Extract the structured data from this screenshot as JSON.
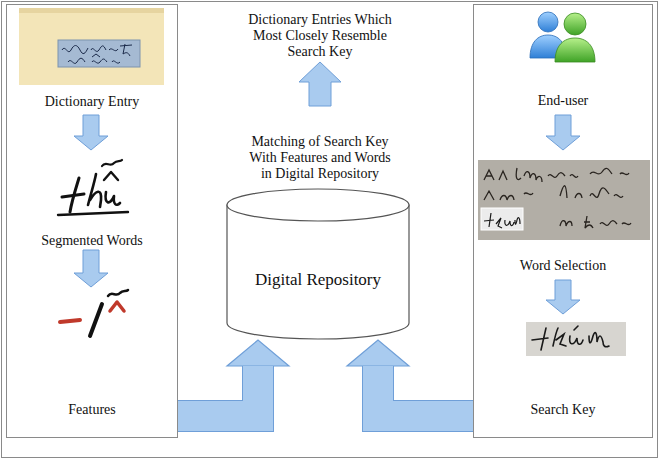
{
  "diagram": {
    "nodes": [
      {
        "text": [
          "Dictionary Entry",
          "Segmented Words",
          "Features"
        ]
      },
      {
        "text": [
          "Digital Repository"
        ]
      },
      {
        "text": [
          "End-user",
          "Word Selection",
          "Search Key"
        ]
      }
    ],
    "edges": [
      {
        "from": 0,
        "to": 1,
        "arrow": "to"
      },
      {
        "from": 2,
        "to": 1,
        "arrow": "to"
      }
    ],
    "labels": [
      "Dictionary Entries Which Most Closely Resemble Search Key",
      "Matching of Search Key With Features and Words in Digital Repository"
    ]
  }
}
